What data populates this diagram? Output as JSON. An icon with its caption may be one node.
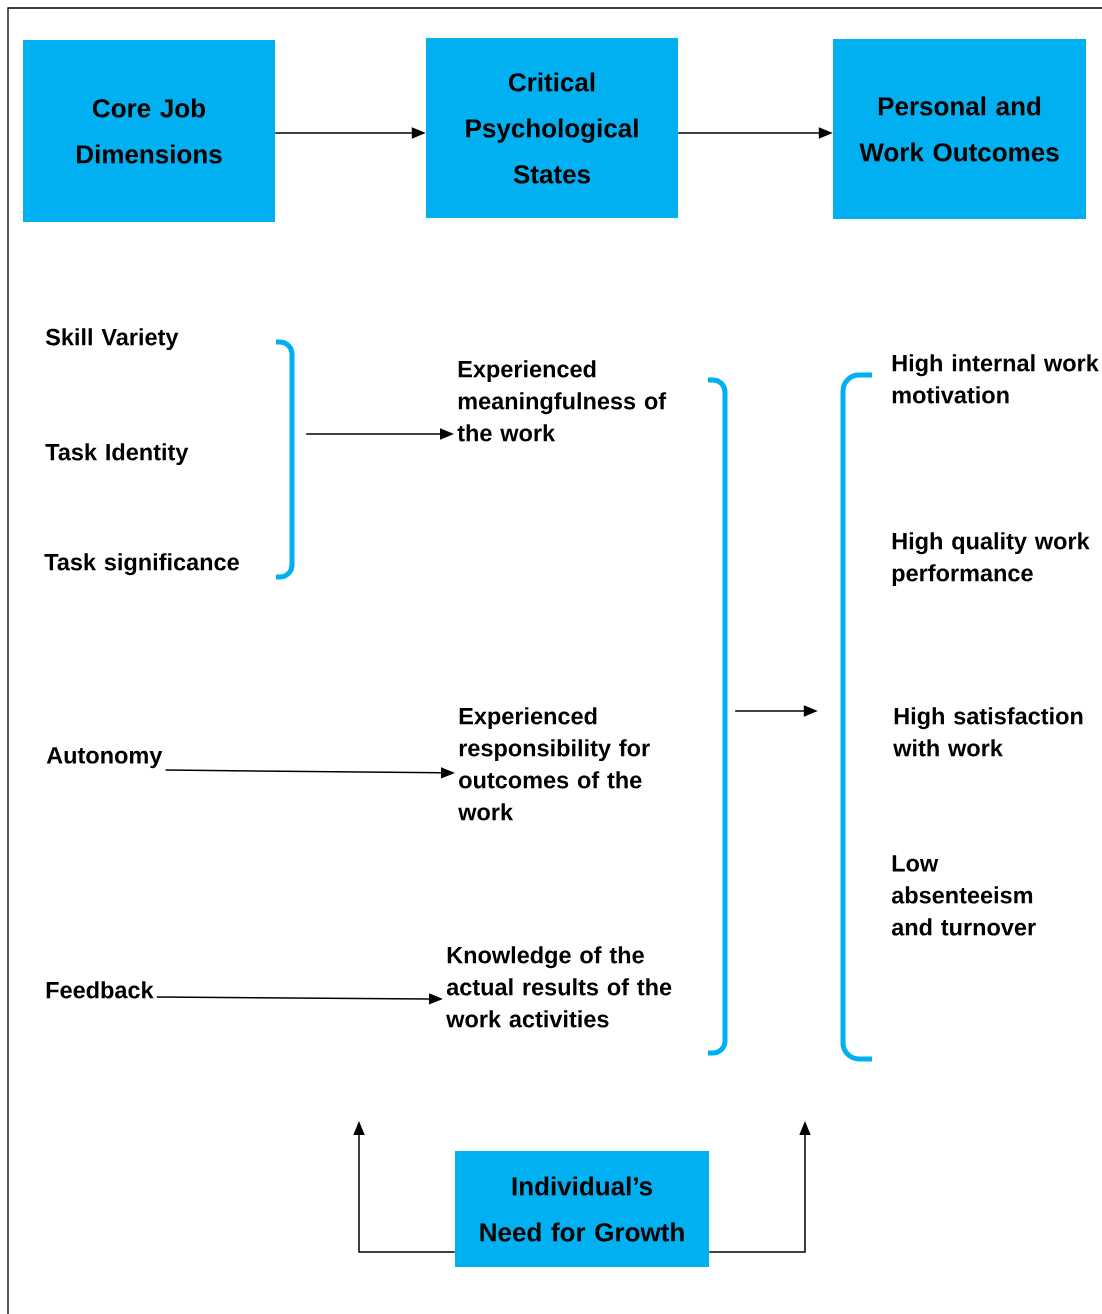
{
  "diagram": {
    "nodes": [
      {
        "text": [
          "Core Job Dimensions"
        ]
      },
      {
        "text": [
          "Critical Psychological States"
        ]
      },
      {
        "text": [
          "Personal and Work Outcomes"
        ]
      },
      {
        "text": [
          "Skill Variety"
        ]
      },
      {
        "text": [
          "Task Identity"
        ]
      },
      {
        "text": [
          "Task significance"
        ]
      },
      {
        "text": [],
        "shape": "bracket"
      },
      {
        "text": [
          "Experienced meaningfulness of the work"
        ]
      },
      {
        "text": [
          "Autonomy"
        ]
      },
      {
        "text": [
          "Experienced responsibility for outcomes of the work"
        ]
      },
      {
        "text": [
          "Feedback"
        ]
      },
      {
        "text": [
          "Knowledge of the actual results of the work activities"
        ]
      },
      {
        "text": [],
        "shape": "bracket"
      },
      {
        "text": [],
        "shape": "bracket"
      },
      {
        "text": [
          "High internal work motivation"
        ]
      },
      {
        "text": [
          "High quality work performance"
        ]
      },
      {
        "text": [
          "High satisfaction with work"
        ]
      },
      {
        "text": [
          "Low absenteeism and turnover"
        ]
      },
      {
        "text": [
          "Individual’s Need for Growth"
        ]
      }
    ],
    "edges": [
      {
        "from": 0,
        "to": 1,
        "arrow": "to"
      },
      {
        "from": 1,
        "to": 2,
        "arrow": "to"
      },
      {
        "from": 6,
        "to": 7,
        "arrow": "to"
      },
      {
        "from": 8,
        "to": 9,
        "arrow": "to"
      },
      {
        "from": 10,
        "to": 11,
        "arrow": "to"
      },
      {
        "from": 12,
        "to": 13,
        "arrow": "to"
      },
      {
        "from": 18,
        "to": null,
        "arrow": "to"
      },
      {
        "from": 18,
        "to": null,
        "arrow": "to"
      }
    ]
  }
}
